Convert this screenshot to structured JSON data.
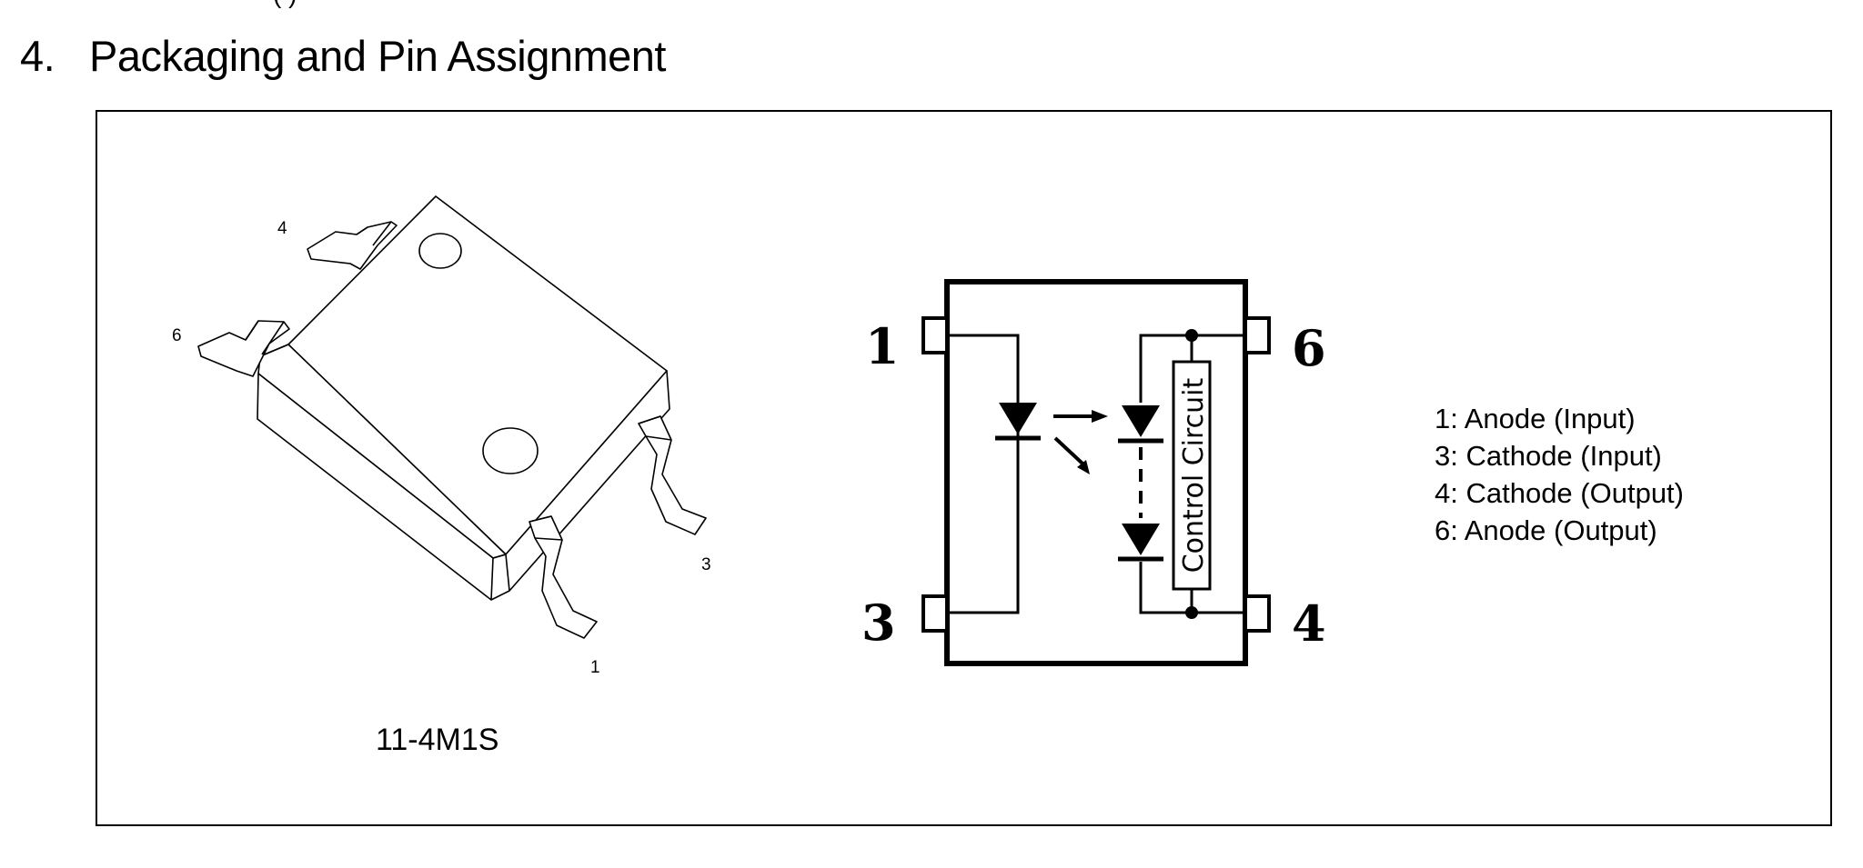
{
  "header": {
    "cutoff_text": "(            )",
    "section_number": "4.",
    "section_title": "Packaging and Pin Assignment"
  },
  "package": {
    "label": "11-4M1S",
    "pins": [
      "4",
      "6",
      "3",
      "1"
    ]
  },
  "schematic": {
    "pin_labels": [
      "1",
      "3",
      "6",
      "4"
    ],
    "block_label": "Control Circuit"
  },
  "legend": [
    "1: Anode (Input)",
    "3: Cathode (Input)",
    "4: Cathode (Output)",
    "6: Anode (Output)"
  ]
}
